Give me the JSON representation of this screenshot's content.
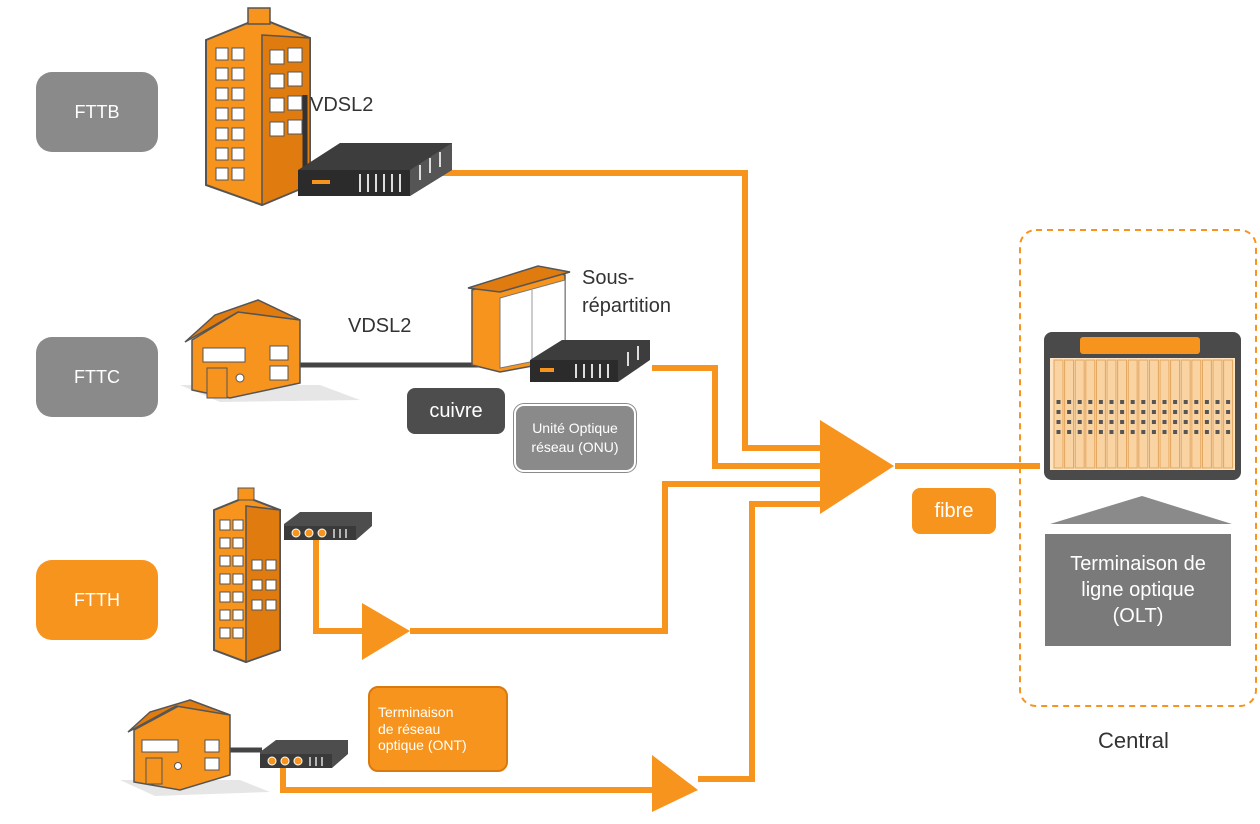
{
  "categories": {
    "fttb": "FTTB",
    "fttc": "FTTC",
    "ftth": "FTTH"
  },
  "labels": {
    "vdsl2_top": "VDSL2",
    "vdsl2_mid": "VDSL2",
    "sous_repartition": "Sous-\nrépartition",
    "cuivre": "cuivre",
    "onu": "Unité Optique\nréseau (ONU)",
    "fibre": "fibre",
    "olt": "Terminaison de\nligne optique\n(OLT)",
    "ont": "Terminaison\nde réseau\noptique (ONT)",
    "central": "Central"
  },
  "colors": {
    "orange": "#f7941d",
    "gray": "#8a8a8a",
    "dark": "#4d4d4d",
    "olt_box": "#7a7a7a"
  }
}
